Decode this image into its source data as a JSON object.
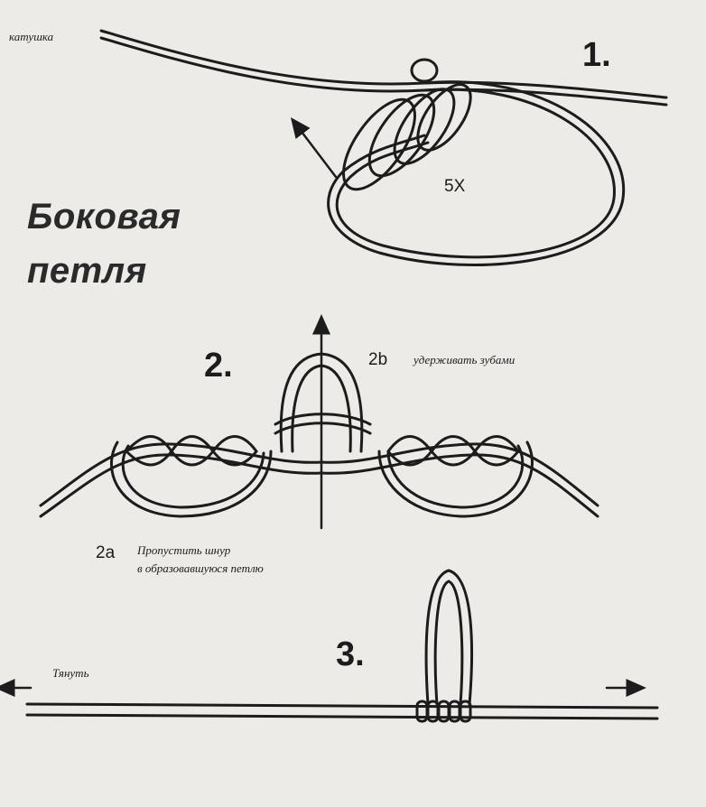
{
  "title": {
    "line1": "Боковая",
    "line2": "петля"
  },
  "steps": {
    "s1": "1.",
    "s2": "2.",
    "s3": "3."
  },
  "step1": {
    "reel_label": "катушка",
    "turns_label": "5X"
  },
  "step2": {
    "b_number": "2b",
    "b_text": "удерживать зубами",
    "a_number": "2a",
    "a_text_line1": "Пропустить шнур",
    "a_text_line2": "в образовавшуюся петлю"
  },
  "step3": {
    "pull_label": "Тянуть"
  },
  "colors": {
    "background": "#ecebe8",
    "line": "#1c1c1c"
  }
}
